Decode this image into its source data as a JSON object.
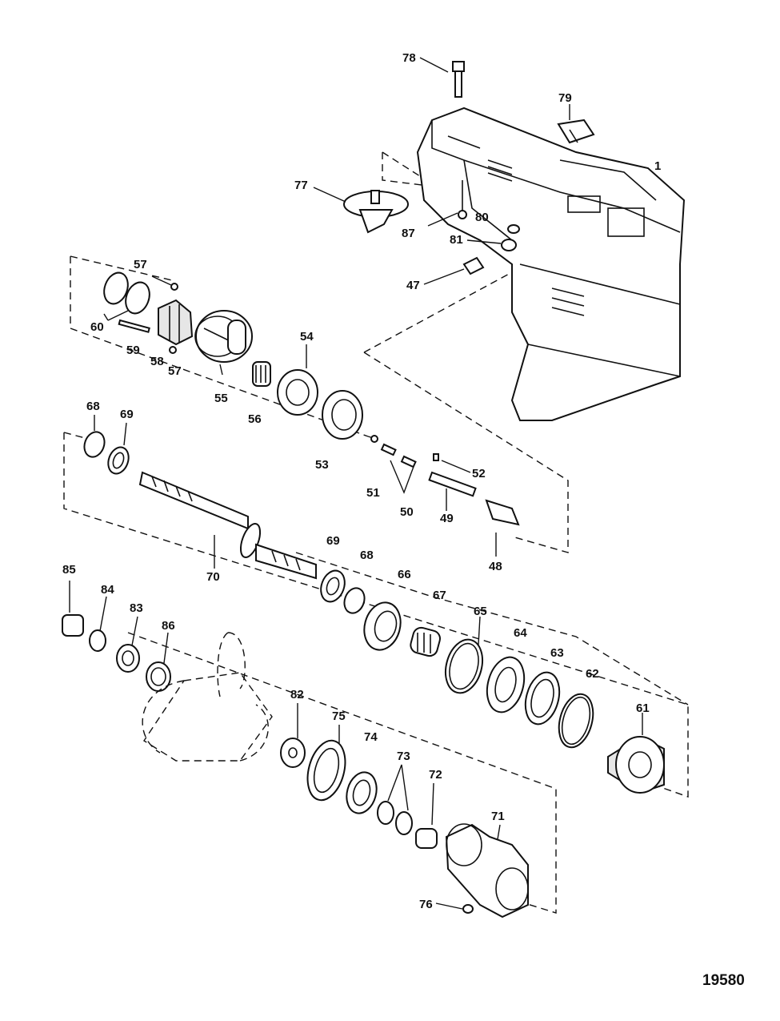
{
  "figure_number": "19580",
  "part_labels": [
    {
      "id": "78"
    },
    {
      "id": "79"
    },
    {
      "id": "1"
    },
    {
      "id": "77"
    },
    {
      "id": "87"
    },
    {
      "id": "80"
    },
    {
      "id": "81"
    },
    {
      "id": "47"
    },
    {
      "id": "57"
    },
    {
      "id": "60"
    },
    {
      "id": "59"
    },
    {
      "id": "58"
    },
    {
      "id": "57"
    },
    {
      "id": "55"
    },
    {
      "id": "56"
    },
    {
      "id": "54"
    },
    {
      "id": "53"
    },
    {
      "id": "68"
    },
    {
      "id": "69"
    },
    {
      "id": "51"
    },
    {
      "id": "50"
    },
    {
      "id": "52"
    },
    {
      "id": "49"
    },
    {
      "id": "48"
    },
    {
      "id": "70"
    },
    {
      "id": "69"
    },
    {
      "id": "68"
    },
    {
      "id": "66"
    },
    {
      "id": "67"
    },
    {
      "id": "65"
    },
    {
      "id": "64"
    },
    {
      "id": "63"
    },
    {
      "id": "62"
    },
    {
      "id": "61"
    },
    {
      "id": "85"
    },
    {
      "id": "84"
    },
    {
      "id": "83"
    },
    {
      "id": "86"
    },
    {
      "id": "82"
    },
    {
      "id": "75"
    },
    {
      "id": "74"
    },
    {
      "id": "73"
    },
    {
      "id": "72"
    },
    {
      "id": "71"
    },
    {
      "id": "76"
    }
  ]
}
